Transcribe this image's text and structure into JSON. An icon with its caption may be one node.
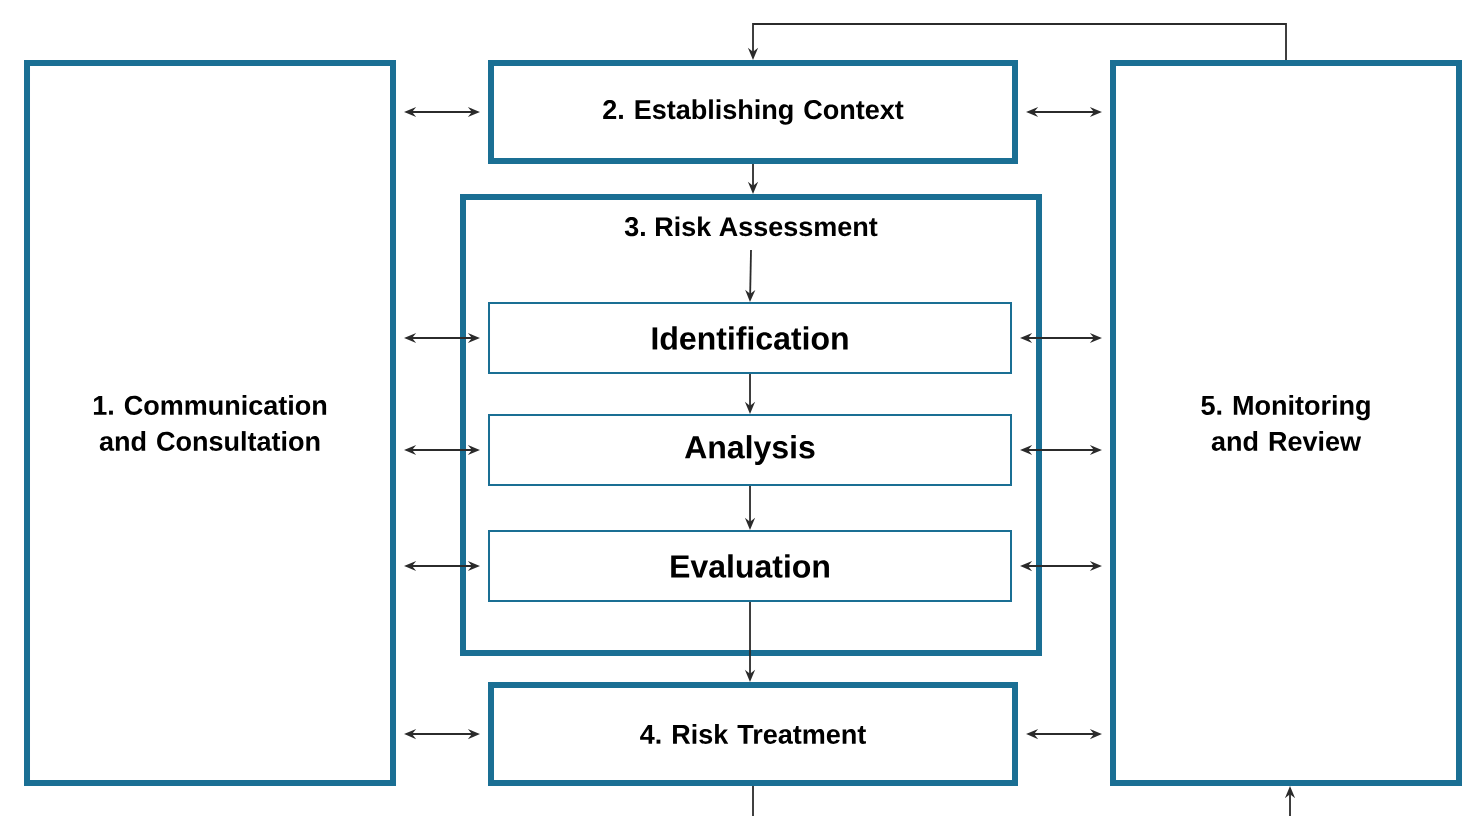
{
  "diagram": {
    "nodes": [
      {
        "text": [
          "1. Communication and Consultation"
        ]
      },
      {
        "text": [
          "2. Establishing Context"
        ]
      },
      {
        "text": [
          "3. Risk Assessment"
        ]
      },
      {
        "text": [
          "Identification"
        ],
        "in": 2
      },
      {
        "text": [
          "Analysis"
        ],
        "in": 2
      },
      {
        "text": [
          "Evaluation"
        ],
        "in": 2
      },
      {
        "text": [
          "4. Risk Treatment"
        ]
      },
      {
        "text": [
          "5. Monitoring and Review"
        ]
      }
    ],
    "edges": [
      {
        "from": 0,
        "to": 1,
        "arrow": "both"
      },
      {
        "from": 0,
        "to": 3,
        "arrow": "both"
      },
      {
        "from": 0,
        "to": 4,
        "arrow": "both"
      },
      {
        "from": 0,
        "to": 5,
        "arrow": "both"
      },
      {
        "from": 0,
        "to": 6,
        "arrow": "both"
      },
      {
        "from": 1,
        "to": 7,
        "arrow": "both"
      },
      {
        "from": 3,
        "to": 7,
        "arrow": "both"
      },
      {
        "from": 4,
        "to": 7,
        "arrow": "both"
      },
      {
        "from": 5,
        "to": 7,
        "arrow": "both"
      },
      {
        "from": 6,
        "to": 7,
        "arrow": "both"
      },
      {
        "from": 1,
        "to": 2,
        "arrow": "to"
      },
      {
        "from": 2,
        "to": 3,
        "arrow": "to"
      },
      {
        "from": 3,
        "to": 4,
        "arrow": "to"
      },
      {
        "from": 4,
        "to": 5,
        "arrow": "to"
      },
      {
        "from": 5,
        "to": 6,
        "arrow": "to"
      },
      {
        "from": 7,
        "to": 1,
        "arrow": "to"
      },
      {
        "from": 6,
        "to": null,
        "arrow": "none"
      },
      {
        "from": null,
        "to": 7,
        "arrow": "to"
      }
    ]
  }
}
